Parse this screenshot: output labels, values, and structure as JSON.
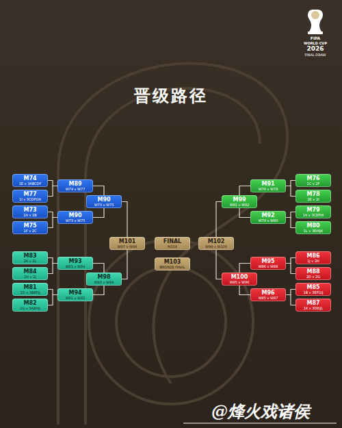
{
  "diagram": {
    "title": "晋级路径",
    "nodes": [
      {
        "text": [
          "M74",
          "1E v 3ABCDF"
        ]
      },
      {
        "text": [
          "M77",
          "1I v 3CDFGH"
        ]
      },
      {
        "text": [
          "M73",
          "2A v 2B"
        ]
      },
      {
        "text": [
          "M75",
          "1F v 2C"
        ]
      },
      {
        "text": [
          "M83",
          "2K v 2L"
        ]
      },
      {
        "text": [
          "M84",
          "1H v 2J"
        ]
      },
      {
        "text": [
          "M81",
          "1D v 3BEFIJ"
        ]
      },
      {
        "text": [
          "M82",
          "1G v 3AEHIJ"
        ]
      },
      {
        "text": [
          "M89",
          "W74 v W77"
        ]
      },
      {
        "text": [
          "M90",
          "W73 v W75"
        ]
      },
      {
        "text": [
          "M93",
          "W83 v W84"
        ]
      },
      {
        "text": [
          "M94",
          "W81 v W82"
        ]
      },
      {
        "text": [
          "M90",
          "W73 v W75"
        ]
      },
      {
        "text": [
          "M98",
          "W93 v W94"
        ]
      },
      {
        "text": [
          "M101",
          "W97 v W98"
        ]
      },
      {
        "text": [
          "FINAL",
          "M104"
        ]
      },
      {
        "text": [
          "M103",
          "BRONZE FINAL"
        ]
      },
      {
        "text": [
          "M102",
          "W99 v W100"
        ]
      },
      {
        "text": [
          "M99",
          "W91 v W92"
        ]
      },
      {
        "text": [
          "M100",
          "W95 v W96"
        ]
      },
      {
        "text": [
          "M91",
          "W76 v W78"
        ]
      },
      {
        "text": [
          "M92",
          "W79 v W80"
        ]
      },
      {
        "text": [
          "M95",
          "W86 v W88"
        ]
      },
      {
        "text": [
          "M96",
          "W85 v W87"
        ]
      },
      {
        "text": [
          "M76",
          "1C v 2F"
        ]
      },
      {
        "text": [
          "M78",
          "2E v 2I"
        ]
      },
      {
        "text": [
          "M79",
          "1A v 3CEFHI"
        ]
      },
      {
        "text": [
          "M80",
          "1L v 3EHIJK"
        ]
      },
      {
        "text": [
          "M86",
          "1J v 2H"
        ]
      },
      {
        "text": [
          "M88",
          "2D v 2G"
        ]
      },
      {
        "text": [
          "M85",
          "1B v 3EFGIJ"
        ]
      },
      {
        "text": [
          "M87",
          "1K v 3DEIJL"
        ]
      }
    ],
    "edges": [
      {
        "from": 0,
        "to": 8,
        "arrow": "none"
      },
      {
        "from": 1,
        "to": 8,
        "arrow": "none"
      },
      {
        "from": 2,
        "to": 9,
        "arrow": "none"
      },
      {
        "from": 3,
        "to": 9,
        "arrow": "none"
      },
      {
        "from": 4,
        "to": 10,
        "arrow": "none"
      },
      {
        "from": 5,
        "to": 10,
        "arrow": "none"
      },
      {
        "from": 6,
        "to": 11,
        "arrow": "none"
      },
      {
        "from": 7,
        "to": 11,
        "arrow": "none"
      },
      {
        "from": 8,
        "to": 12,
        "arrow": "none"
      },
      {
        "from": 9,
        "to": 12,
        "arrow": "none"
      },
      {
        "from": 10,
        "to": 13,
        "arrow": "none"
      },
      {
        "from": 11,
        "to": 13,
        "arrow": "none"
      },
      {
        "from": 12,
        "to": 14,
        "arrow": "none"
      },
      {
        "from": 13,
        "to": 14,
        "arrow": "none"
      },
      {
        "from": 18,
        "to": 17,
        "arrow": "none"
      },
      {
        "from": 19,
        "to": 17,
        "arrow": "none"
      },
      {
        "from": 20,
        "to": 18,
        "arrow": "none"
      },
      {
        "from": 21,
        "to": 18,
        "arrow": "none"
      },
      {
        "from": 22,
        "to": 19,
        "arrow": "none"
      },
      {
        "from": 23,
        "to": 19,
        "arrow": "none"
      },
      {
        "from": 24,
        "to": 20,
        "arrow": "none"
      },
      {
        "from": 25,
        "to": 20,
        "arrow": "none"
      },
      {
        "from": 26,
        "to": 21,
        "arrow": "none"
      },
      {
        "from": 27,
        "to": 21,
        "arrow": "none"
      },
      {
        "from": 28,
        "to": 22,
        "arrow": "none"
      },
      {
        "from": 29,
        "to": 22,
        "arrow": "none"
      },
      {
        "from": 30,
        "to": 23,
        "arrow": "none"
      },
      {
        "from": 31,
        "to": 23,
        "arrow": "none"
      }
    ],
    "labels": [
      "FIFA",
      "WORLD CUP",
      "2026",
      "FINAL DRAW",
      "@烽火戏诸侯"
    ]
  }
}
